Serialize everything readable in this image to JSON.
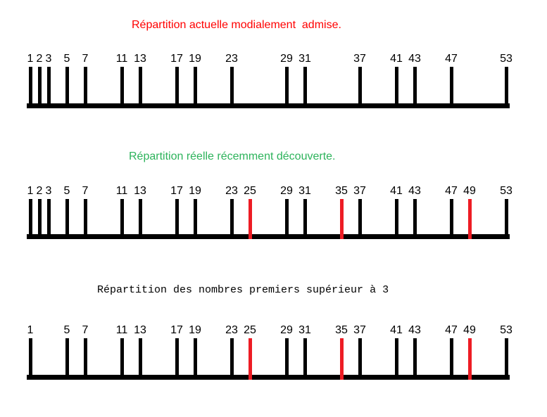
{
  "figure": {
    "background": "#ffffff"
  },
  "colors": {
    "tick_black": "#000000",
    "tick_red": "#ed1c24",
    "baseline": "#000000"
  },
  "diagrams": [
    {
      "title": "Répartition actuelle modialement  admise.",
      "title_color": "#ff0000",
      "ticks": [
        1,
        2,
        3,
        5,
        7,
        11,
        13,
        17,
        19,
        23,
        29,
        31,
        37,
        41,
        43,
        47,
        53
      ],
      "red_ticks": [],
      "axis_range": [
        1,
        53
      ]
    },
    {
      "title": "Répartition réelle récemment découverte.",
      "title_color": "#2db35b",
      "ticks": [
        1,
        2,
        3,
        5,
        7,
        11,
        13,
        17,
        19,
        23,
        25,
        29,
        31,
        35,
        37,
        41,
        43,
        47,
        49,
        53
      ],
      "red_ticks": [
        25,
        35,
        49
      ],
      "axis_range": [
        1,
        53
      ]
    },
    {
      "title": "Répartition des nombres premiers supérieur à 3",
      "title_color": "#000000",
      "ticks": [
        1,
        5,
        7,
        11,
        13,
        17,
        19,
        23,
        25,
        29,
        31,
        35,
        37,
        41,
        43,
        47,
        49,
        53
      ],
      "red_ticks": [
        25,
        35,
        49
      ],
      "axis_range": [
        1,
        53
      ]
    }
  ]
}
